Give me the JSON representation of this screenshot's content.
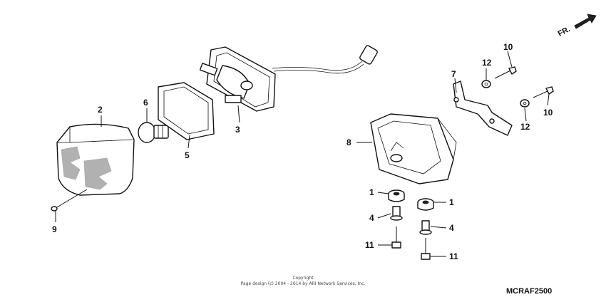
{
  "direction_label": "FR.",
  "callouts": {
    "lens": "2",
    "bulb": "6",
    "gasket": "5",
    "base": "3",
    "screw": "9",
    "bracket": "7",
    "bolt_top": "10",
    "bolt_right": "10",
    "washer_top": "12",
    "washer_right": "12",
    "housing": "8",
    "grommet_left": "1",
    "grommet_right": "1",
    "collar_left": "4",
    "collar_right": "4",
    "bolt_bottom_left": "11",
    "bolt_bottom_right": "11"
  },
  "copyright_line1": "Copyright",
  "copyright_line2": "Page design (c) 2004 - 2014 by ARI Network Services, Inc.",
  "diagram_code": "MCRAF2500"
}
